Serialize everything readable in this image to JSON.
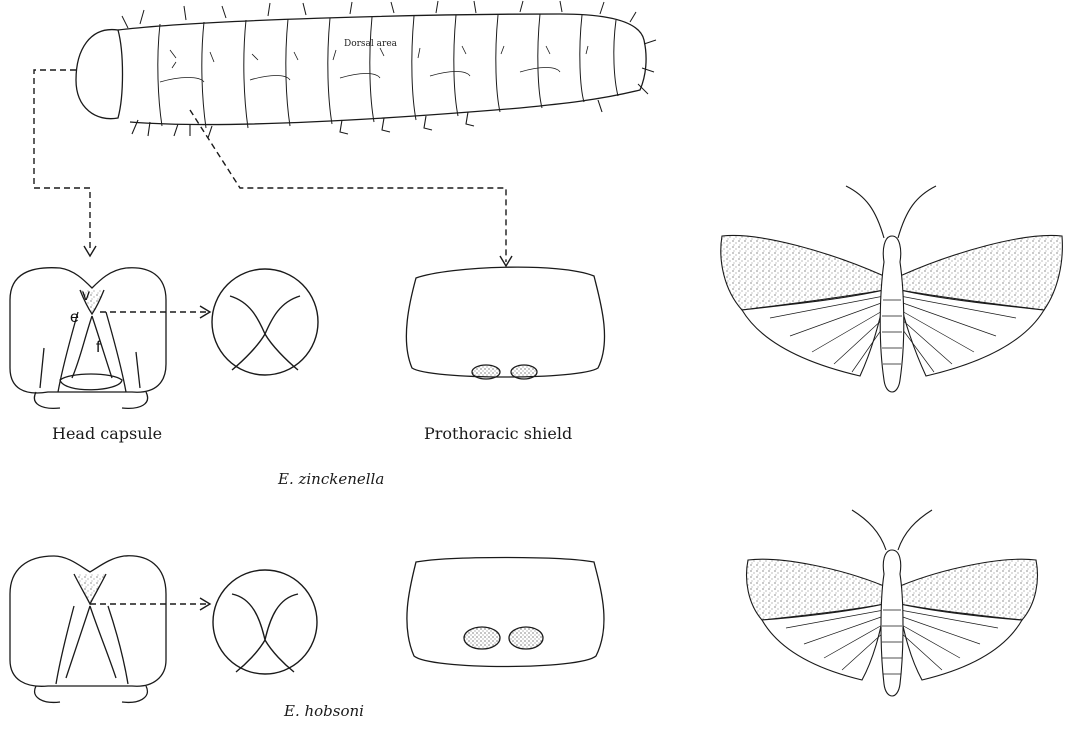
{
  "labels": {
    "dorsal_area": "Dorsal area",
    "head_capsule": "Head capsule",
    "prothoracic_shield": "Prothoracic shield",
    "species_1": "E. zinckenella",
    "species_2": "E. hobsoni",
    "letter_v": "v",
    "letter_e": "e",
    "letter_f": "f"
  },
  "colors": {
    "ink": "#1a1a1a",
    "stipple": "#555555",
    "background": "#ffffff"
  }
}
